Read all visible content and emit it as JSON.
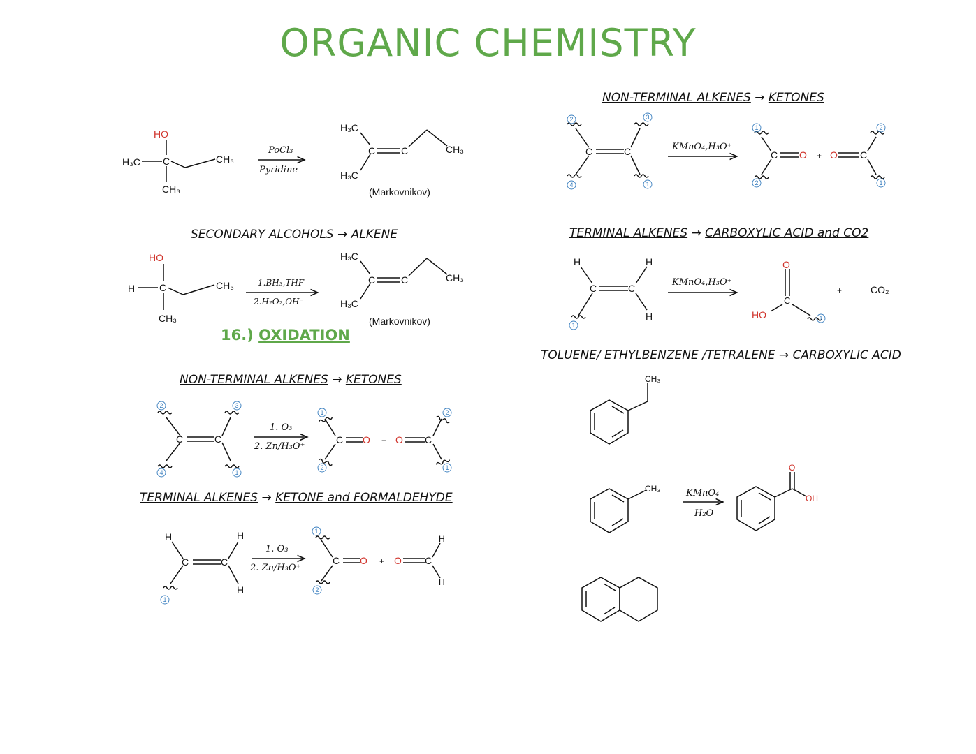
{
  "title": "ORGANIC CHEMISTRY",
  "sections": {
    "secondary_alcohols": {
      "left": "SECONDARY ALCOHOLS",
      "arrow": "→",
      "right": "ALKENE"
    },
    "oxidation": {
      "number": "16.)",
      "label": "OXIDATION"
    },
    "ozonolysis_nonterminal": {
      "left": "NON-TERMINAL ALKENES",
      "arrow": "→",
      "right": "KETONES"
    },
    "ozonolysis_terminal": {
      "left": "TERMINAL ALKENES",
      "arrow": "→",
      "right": "KETONE and FORMALDEHYDE"
    },
    "kmno4_nonterminal": {
      "left": "NON-TERMINAL ALKENES",
      "arrow": "→",
      "right": "KETONES"
    },
    "kmno4_terminal": {
      "left": "TERMINAL ALKENES",
      "arrow": "→",
      "right": "CARBOXYLIC ACID and CO2"
    },
    "aromatic": {
      "left": "TOLUENE/ ETHYLBENZENE /TETRALENE",
      "arrow": "→",
      "right": "CARBOXYLIC ACID"
    }
  },
  "labels": {
    "HO": "HO",
    "H3C": "H₃C",
    "CH3": "CH₃",
    "C": "C",
    "H": "H",
    "O": "O",
    "OH": "OH",
    "plus": "+",
    "CO2": "CO₂",
    "markovnikov": "(Markovnikov)",
    "n1": "1",
    "n2": "2",
    "n3": "3",
    "n4": "4"
  },
  "reagents": {
    "pocl3": "PoCl₃",
    "pyridine": "Pyridine",
    "bh3": "1.BH₃,THF",
    "h2o2": "2.H₂O₂,OH⁻",
    "o3_1": "1. O₃",
    "o3_2": "2. Zn/H₃O⁺",
    "kmno4_h3o": "KMnO₄,H₃O⁺",
    "kmno4": "KMnO₄",
    "h2o": "H₂O"
  }
}
